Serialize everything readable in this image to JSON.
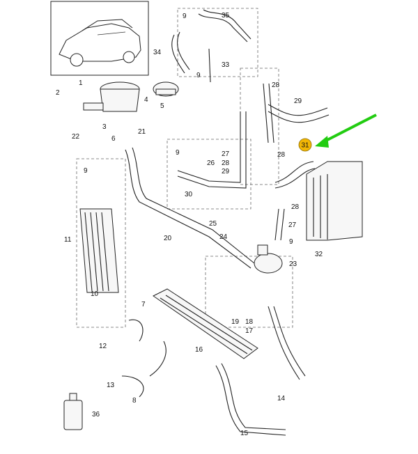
{
  "diagram": {
    "highlight": {
      "label": "31",
      "badge_color": "#f2b705",
      "arrow_color": "#22cc11"
    },
    "callouts": [
      "1",
      "2",
      "3",
      "4",
      "5",
      "6",
      "7",
      "8",
      "9",
      "10",
      "11",
      "12",
      "13",
      "14",
      "15",
      "16",
      "17",
      "18",
      "19",
      "20",
      "21",
      "22",
      "23",
      "24",
      "25",
      "26",
      "27",
      "28",
      "29",
      "30",
      "32",
      "33",
      "34",
      "35",
      "36"
    ]
  }
}
